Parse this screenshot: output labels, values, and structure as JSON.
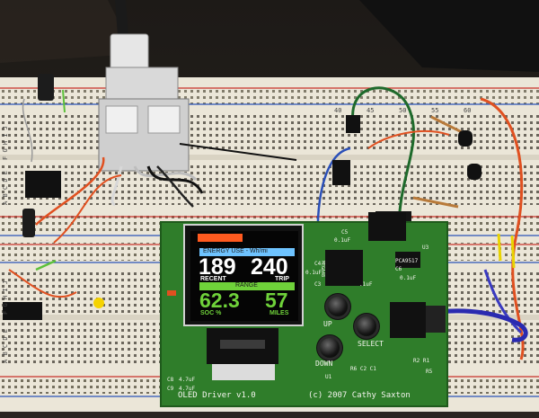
{
  "oled": {
    "header_energy": "ENERGY USE - Wh/mi",
    "recent_value": "189",
    "trip_value": "240",
    "recent_label": "RECENT",
    "trip_label": "TRIP",
    "range_label": "RANGE",
    "soc_value": "62.3",
    "miles_value": "57",
    "soc_label": "SOC %",
    "miles_label": "MILES"
  },
  "pcb": {
    "title": "OLED Driver v1.0",
    "copyright": "(c) 2007 Cathy Saxton",
    "button_up": "UP",
    "button_select": "SELECT",
    "button_down": "DOWN",
    "label_c5": "C5",
    "label_c5_val": "0.1uF",
    "label_c4": "C4",
    "label_c4_val": "0.1uF",
    "label_c3": "C3",
    "label_c3_val": ".1uF",
    "label_c6": "C6",
    "label_c6_val": "0.1uF",
    "label_mega": "MEGA48",
    "label_pca": "PCA9517",
    "label_u3": "U3",
    "label_c8": "C8",
    "label_c8_val": "4.7uF",
    "label_c9": "C9",
    "label_c9_val": "4.7uF",
    "label_r": "R6  C2 C1",
    "label_r2": "R2 R1",
    "label_u1": "U1",
    "label_r5": "R5"
  },
  "breadboard": {
    "row_labels_left_top": "F G H I J",
    "row_labels_left_mid": "A B C D E",
    "row_labels_left_low": "F G H I J",
    "row_labels_left_bot": "A B C D E",
    "col_40": "40",
    "col_45": "45",
    "col_50": "50",
    "col_55": "55",
    "col_60": "60"
  },
  "colors": {
    "pcb_green": "#2f7d2a",
    "oled_orange": "#ff5a1f",
    "oled_blue": "#6ec3ff",
    "oled_green": "#6fd23a",
    "breadboard": "#e9e4d6"
  }
}
